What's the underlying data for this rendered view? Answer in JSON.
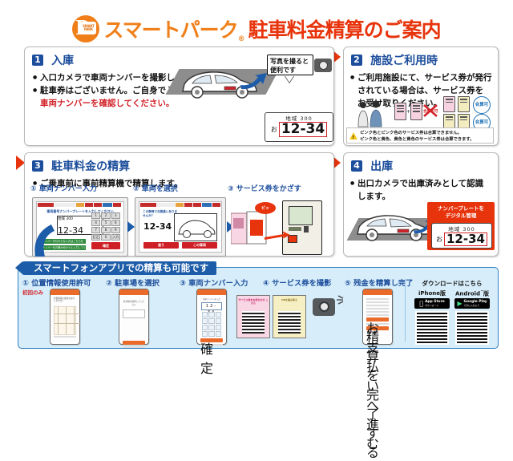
{
  "header": {
    "logo_text_1": "SMART",
    "logo_text_2": "PARK",
    "brand": "スマートパーク",
    "brand_mark": "®",
    "title": "駐車料金精算のご案内"
  },
  "step1": {
    "num": "1",
    "title": "入庫",
    "b1": "入口カメラで車両ナンバーを撮影します。",
    "b2": "駐車券はございません。ご自身で入庫時刻・",
    "b3": "車両ナンバーを確認してください。",
    "photo_note_1": "写真を撮ると",
    "photo_note_2": "便利です",
    "plate_region": "地域 300",
    "plate_kana": "お",
    "plate_number": "12-34"
  },
  "step2": {
    "num": "2",
    "title": "施設ご利用時",
    "b1": "ご利用施設にて、サービス券が発行",
    "b2": "されている場合は、サービス券を",
    "b3": "お受け取りください。",
    "x_label": "合算不可",
    "ok_label": "合算可",
    "warn_1": "ピンク色とピンク色のサービス券は合算できません。",
    "warn_2": "ピンク色と黄色、黄色と黄色のサービス券は合算できます。"
  },
  "step3": {
    "num": "3",
    "title": "駐車料金の精算",
    "b1": "ご乗車前に事前精算機で精算します。",
    "sub1": "① 車両ナンバー入力",
    "sub2": "② 車両を選択",
    "sub3": "③ サービス券をかざす",
    "screen1_msg": "車両番号ナンバープレートを入力してください",
    "screen1_region": "地域 300",
    "screen1_number": "12-34",
    "screen1_green1": "ナンバーが分からない方はこちらを押してください",
    "screen1_green2": "ナンバーをお確かめのうえ入力してください",
    "screen1_red": "確定",
    "screen2_msg": "この車両でお間違いありませんか？",
    "screen2_number": "12-34",
    "screen2_btn1": "違う",
    "screen2_btn2": "この車両",
    "bubble": "ピッ",
    "keys": [
      "1",
      "2",
      "3",
      "4",
      "5",
      "6",
      "7",
      "8",
      "9",
      "訂正",
      "0",
      "入力"
    ]
  },
  "step4": {
    "num": "4",
    "title": "出庫",
    "b1": "出口カメラで出庫済みとして認識",
    "b2": "します。",
    "note_1": "ナンバープレートを",
    "note_2": "デジタル管理",
    "plate_region": "地域 300",
    "plate_kana": "お",
    "plate_number": "12-34"
  },
  "app": {
    "ribbon": "スマートフォンアプリでの精算も可能です",
    "first_only": "初回のみ",
    "steps": [
      "① 位置情報使用許可",
      "② 駐車場を選択",
      "③ 車両ナンバー入力",
      "④ サービス券を撮影",
      "⑤ 残金を精算し完了"
    ],
    "phone1_msg": "位置情報の使用を許可しますか？",
    "phone1_btn": "許可する",
    "phone2_msg": "駐車場を選択してください",
    "phone2_btn": "検索する",
    "phone3_msg": "車両ナンバーを入力",
    "phone3_number": "12-34",
    "phone3_btn": "確定",
    "ticket_pink": "サービス券をお持ちの方 こちら",
    "ticket_yellow": "QRを読み取る",
    "phone5_btn1": "お支払いへ進む",
    "phone5_btn2": "精算を完了する",
    "download_title": "ダウンロードはこちら",
    "iphone_label": "iPhone版",
    "android_label": "Android",
    "android_tm": "™",
    "android_suffix": "版",
    "appstore_top": "App Store",
    "appstore_sub": "ダウンロード",
    "googleplay_top": "Google Play",
    "googleplay_sub": "で手に入れよう"
  },
  "colors": {
    "orange": "#f07f1a",
    "red": "#e8340c",
    "blue": "#1d4e9c",
    "app_bg": "#d7eefa"
  }
}
